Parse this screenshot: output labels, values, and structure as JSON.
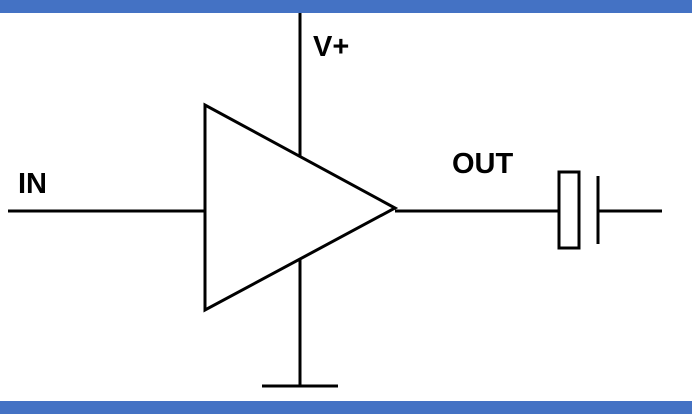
{
  "diagram": {
    "type": "circuit-schematic",
    "description": "Amplifier (triangle) with input, positive supply, ground, and capacitor-coupled output",
    "labels": {
      "input": "IN",
      "supply": "V+",
      "output": "OUT"
    },
    "colors": {
      "line": "#000000",
      "background": "#ffffff",
      "border_bar": "#4472c4"
    },
    "components": [
      "input-wire",
      "amplifier-triangle",
      "supply-wire",
      "ground-wire",
      "ground-symbol",
      "output-wire",
      "capacitor-left-plate",
      "capacitor-right-plate",
      "capacitor-output-wire"
    ]
  }
}
